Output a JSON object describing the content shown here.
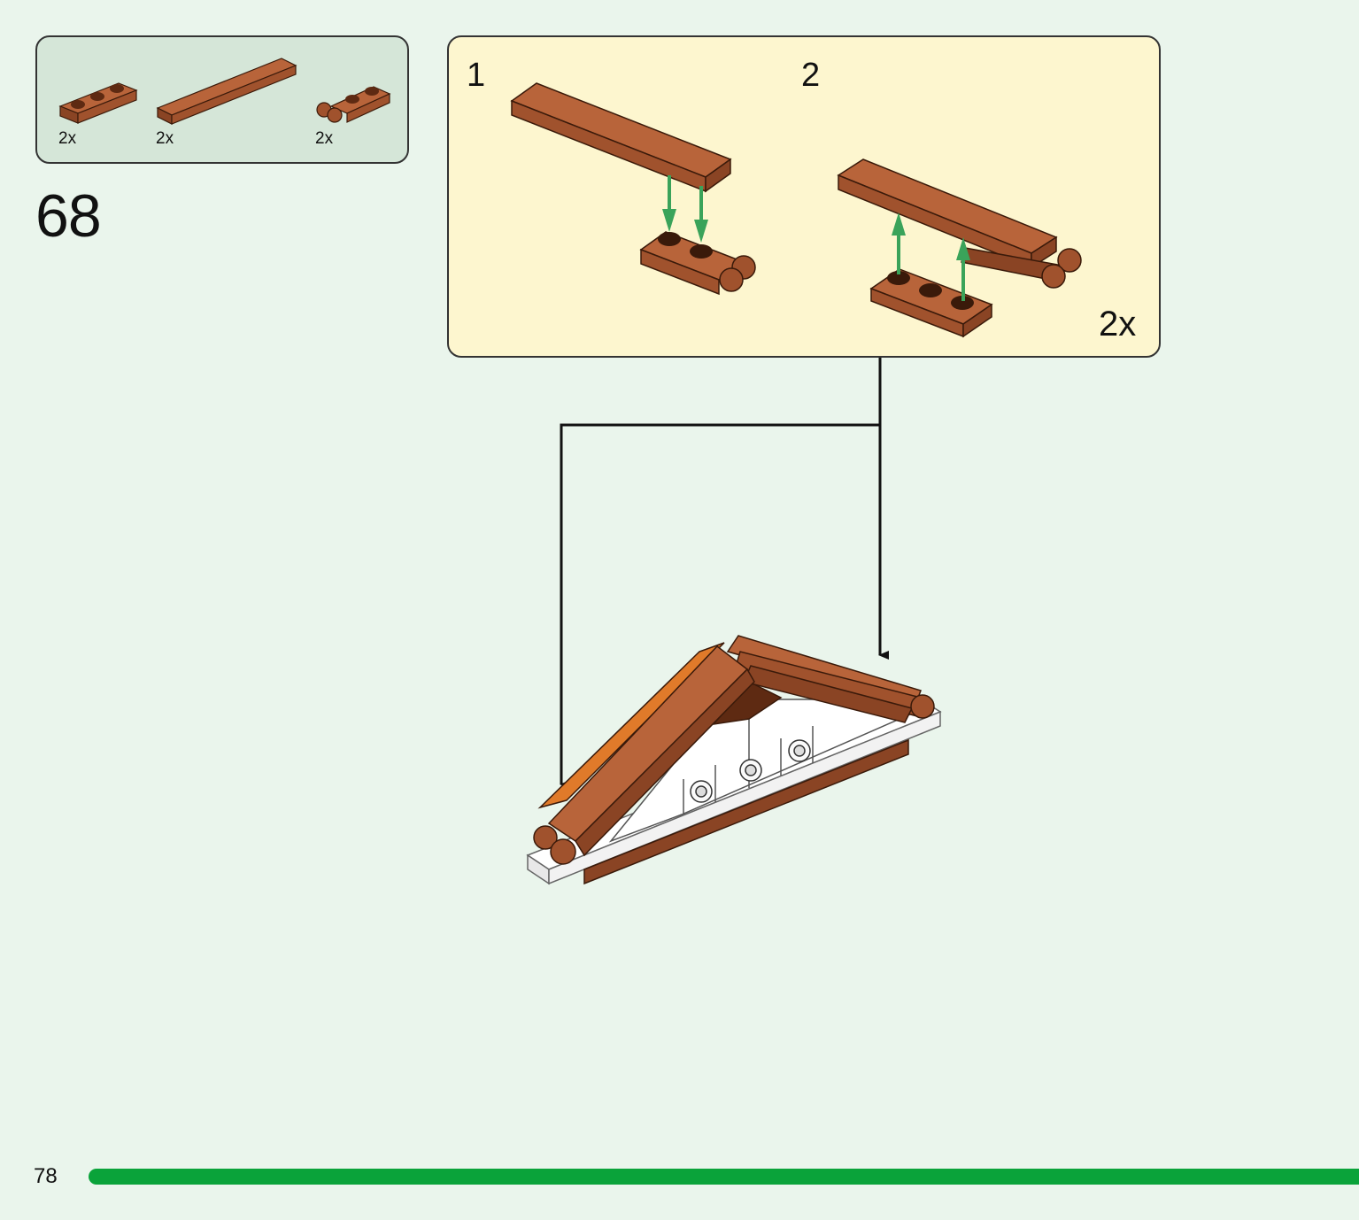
{
  "parts_list": {
    "items": [
      {
        "part": "plate-1x3-icon",
        "quantity": "2x"
      },
      {
        "part": "tile-1x6-icon",
        "quantity": "2x"
      },
      {
        "part": "hinge-plate-1x2-icon",
        "quantity": "2x"
      }
    ]
  },
  "step": {
    "number": "68"
  },
  "sub_assembly": {
    "steps": [
      {
        "label": "1"
      },
      {
        "label": "2"
      }
    ],
    "multiplier": "2x"
  },
  "colors": {
    "brick_brown": "#a0522d",
    "brick_dark": "#5e2a12",
    "arrow_green": "#3aa35a",
    "panel_yellow": "#fdf6cf",
    "parts_panel": "#d5e6d8",
    "page_bg": "#eaf5ec",
    "progress_green": "#0aa33a"
  },
  "footer": {
    "page_number": "78"
  }
}
